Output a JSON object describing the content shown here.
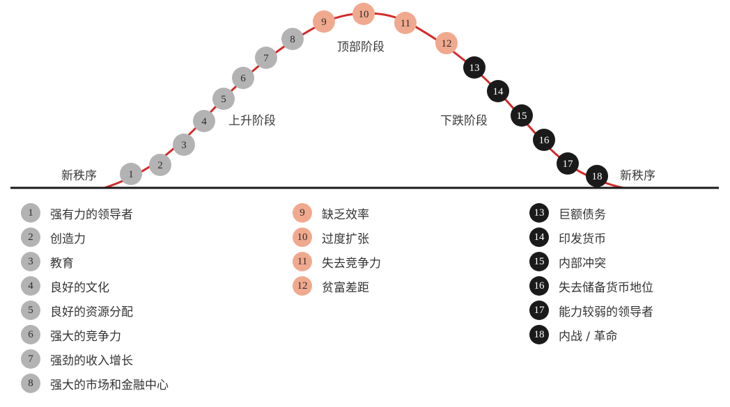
{
  "phases": {
    "new_order_left": "新秩序",
    "new_order_right": "新秩序",
    "rising": "上升阶段",
    "top": "顶部阶段",
    "falling": "下跌阶段"
  },
  "colors": {
    "rising": "#b3b3b3",
    "top": "#f0a98e",
    "falling": "#1a1a1a",
    "curve": "#d42a2a",
    "baseline": "#1a1a1a"
  },
  "stages": [
    {
      "n": "1",
      "label": "强有力的领导者",
      "phase": "rising"
    },
    {
      "n": "2",
      "label": "创造力",
      "phase": "rising"
    },
    {
      "n": "3",
      "label": "教育",
      "phase": "rising"
    },
    {
      "n": "4",
      "label": "良好的文化",
      "phase": "rising"
    },
    {
      "n": "5",
      "label": "良好的资源分配",
      "phase": "rising"
    },
    {
      "n": "6",
      "label": "强大的竞争力",
      "phase": "rising"
    },
    {
      "n": "7",
      "label": "强劲的收入增长",
      "phase": "rising"
    },
    {
      "n": "8",
      "label": "强大的市场和金融中心",
      "phase": "rising"
    },
    {
      "n": "9",
      "label": "缺乏效率",
      "phase": "top"
    },
    {
      "n": "10",
      "label": "过度扩张",
      "phase": "top"
    },
    {
      "n": "11",
      "label": "失去竞争力",
      "phase": "top"
    },
    {
      "n": "12",
      "label": "贫富差距",
      "phase": "top"
    },
    {
      "n": "13",
      "label": "巨额债务",
      "phase": "falling"
    },
    {
      "n": "14",
      "label": "印发货币",
      "phase": "falling"
    },
    {
      "n": "15",
      "label": "内部冲突",
      "phase": "falling"
    },
    {
      "n": "16",
      "label": "失去储备货币地位",
      "phase": "falling"
    },
    {
      "n": "17",
      "label": "能力较弱的领导者",
      "phase": "falling"
    },
    {
      "n": "18",
      "label": "内战 / 革命",
      "phase": "falling"
    }
  ]
}
